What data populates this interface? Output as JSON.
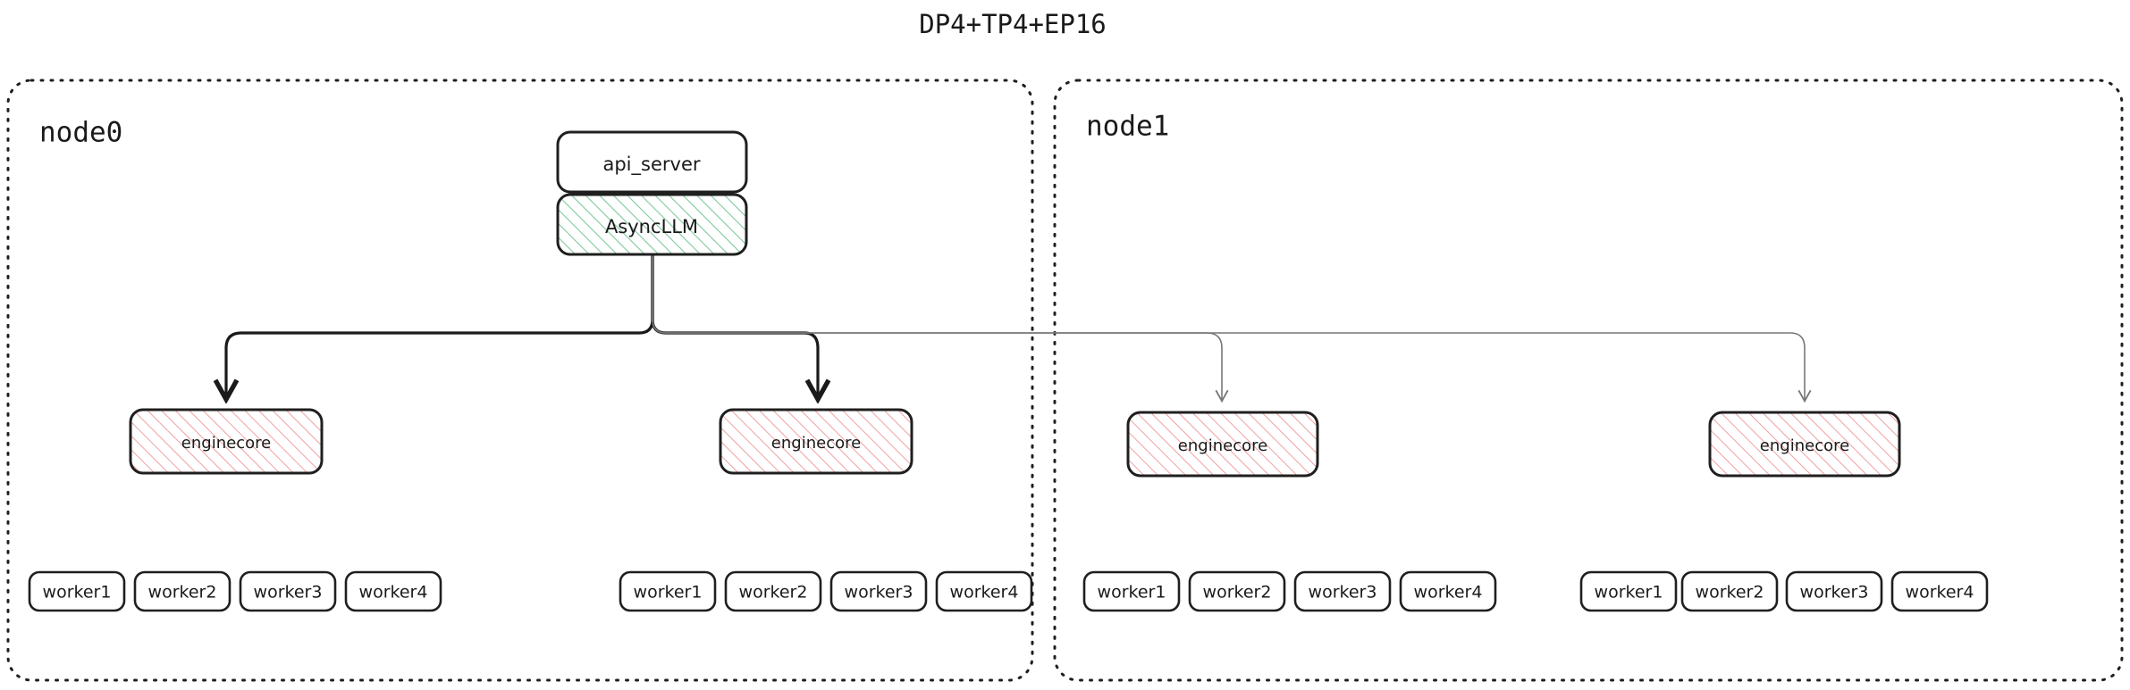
{
  "title": "DP4+TP4+EP16",
  "colors": {
    "background": "#ffffff",
    "stroke": "#1f1f1f",
    "edge_thick": "#1a1a1a",
    "edge_thin": "#777777",
    "hatch_green": "#7fc99a",
    "hatch_red": "#f0a0a0",
    "text": "#1a1a1a"
  },
  "clusters": [
    {
      "id": "node0",
      "label": "node0"
    },
    {
      "id": "node1",
      "label": "node1"
    }
  ],
  "nodes": {
    "api_server": {
      "label": "api_server",
      "style": "plain"
    },
    "async_llm": {
      "label": "AsyncLLM",
      "style": "hatch-green"
    },
    "enginecore": {
      "label": "enginecore",
      "style": "hatch-red"
    }
  },
  "enginecores": [
    {
      "id": "ec0",
      "label": "enginecore",
      "cluster": "node0",
      "edge": "thick"
    },
    {
      "id": "ec1",
      "label": "enginecore",
      "cluster": "node0",
      "edge": "thick"
    },
    {
      "id": "ec2",
      "label": "enginecore",
      "cluster": "node1",
      "edge": "thin"
    },
    {
      "id": "ec3",
      "label": "enginecore",
      "cluster": "node1",
      "edge": "thin"
    }
  ],
  "worker_groups": [
    {
      "id": "wg0",
      "cluster": "node0",
      "workers": [
        "worker1",
        "worker2",
        "worker3",
        "worker4"
      ]
    },
    {
      "id": "wg1",
      "cluster": "node0",
      "workers": [
        "worker1",
        "worker2",
        "worker3",
        "worker4"
      ]
    },
    {
      "id": "wg2",
      "cluster": "node1",
      "workers": [
        "worker1",
        "worker2",
        "worker3",
        "worker4"
      ]
    },
    {
      "id": "wg3",
      "cluster": "node1",
      "workers": [
        "worker1",
        "worker2",
        "worker3",
        "worker4"
      ]
    }
  ]
}
